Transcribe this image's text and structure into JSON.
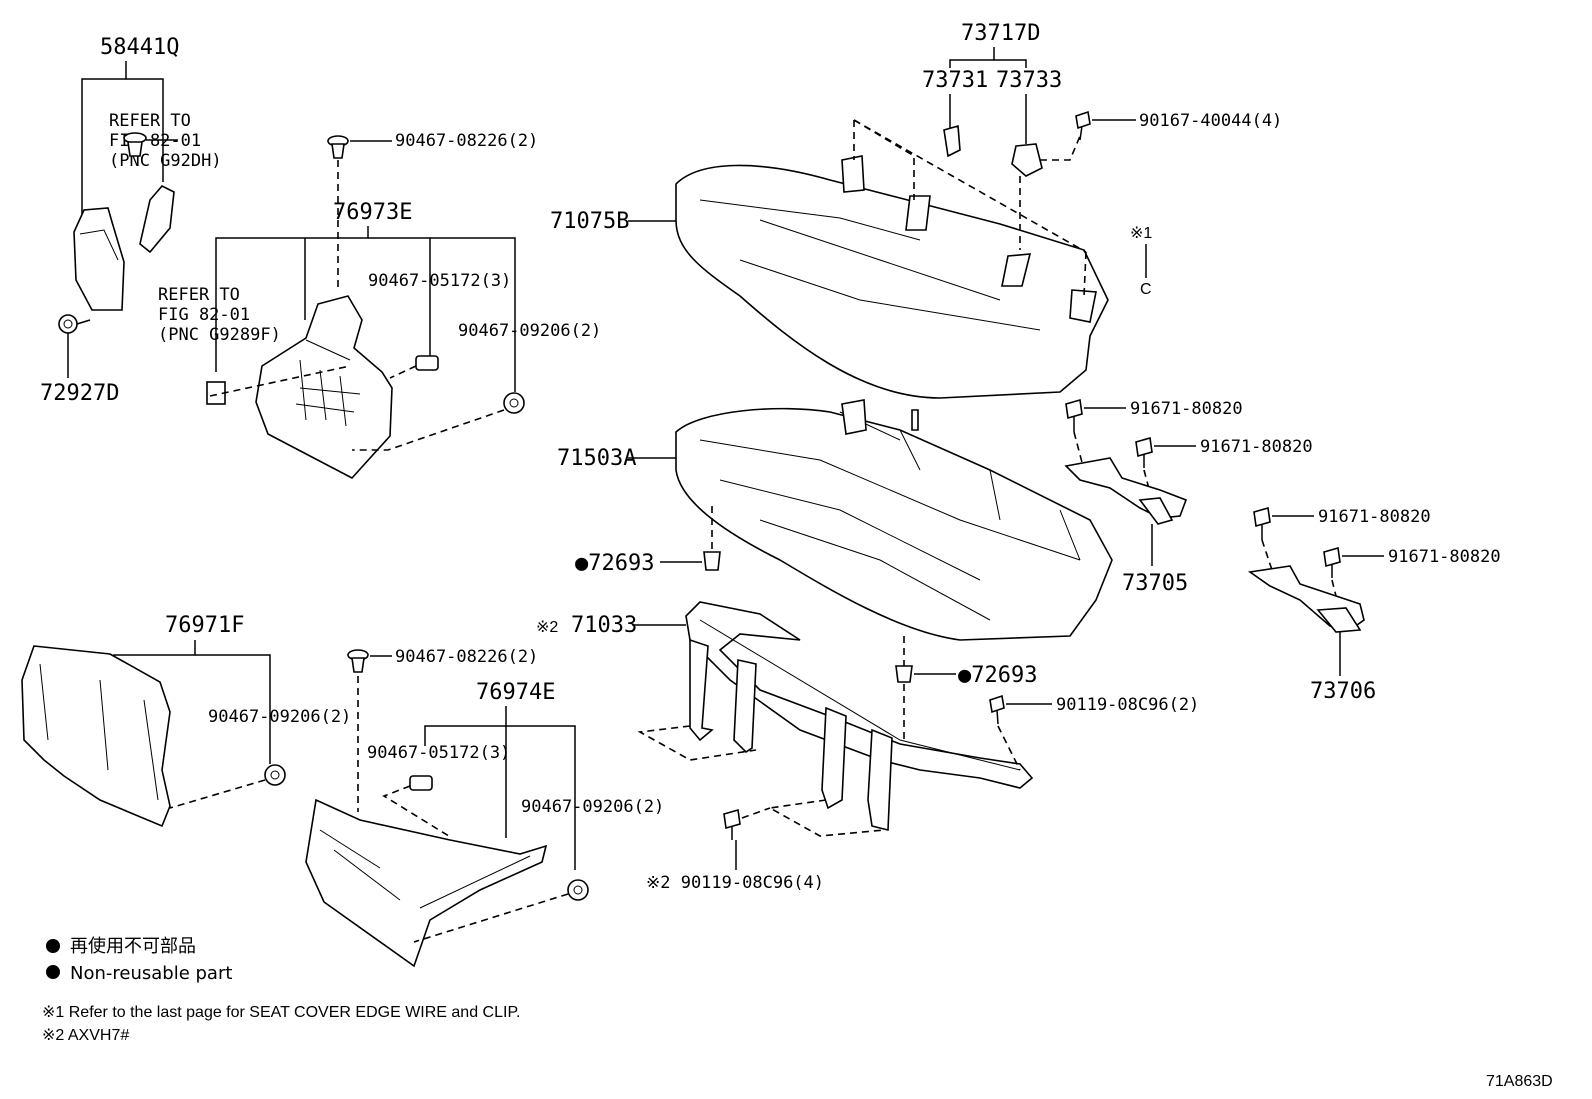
{
  "labels": {
    "p58441Q": "58441Q",
    "refer1_l1": "REFER TO",
    "refer1_l2": "FIG 82-01",
    "refer1_l3": "(PNC G92DH)",
    "p72927D": "72927D",
    "clip_08226_a": "90467-08226(2)",
    "p76973E": "76973E",
    "refer2_l1": "REFER TO",
    "refer2_l2": "FIG 82-01",
    "refer2_l3": "(PNC G9289F)",
    "clip_05172_a": "90467-05172(3)",
    "clip_09206_a": "90467-09206(2)",
    "p73717D": "73717D",
    "p73731": "73731",
    "p73733": "73733",
    "bolt_40044": "90167-40044(4)",
    "p71075B": "71075B",
    "note1_mark": "※1",
    "note1_c": "C",
    "p71503A": "71503A",
    "bolt_80820_a": "91671-80820",
    "bolt_80820_b": "91671-80820",
    "p73705": "73705",
    "bolt_80820_c": "91671-80820",
    "bolt_80820_d": "91671-80820",
    "p73706": "73706",
    "p72693_a": "●72693",
    "p71033_prefix": "※2",
    "p71033": "71033",
    "p72693_b": "●72693",
    "bolt_08C96_a": "90119-08C96(2)",
    "p76971F": "76971F",
    "clip_09206_b": "90467-09206(2)",
    "clip_08226_b": "90467-08226(2)",
    "p76974E": "76974E",
    "clip_05172_b": "90467-05172(3)",
    "clip_09206_c": "90467-09206(2)",
    "bolt_08C96_b": "※2 90119-08C96(4)"
  },
  "legend": {
    "jp": "再使用不可部品",
    "en": "Non-reusable part"
  },
  "notes": {
    "n1": "※1 Refer to the last page for SEAT COVER EDGE WIRE and CLIP.",
    "n2": "※2 AXVH7#"
  },
  "figure_id": "71A863D"
}
